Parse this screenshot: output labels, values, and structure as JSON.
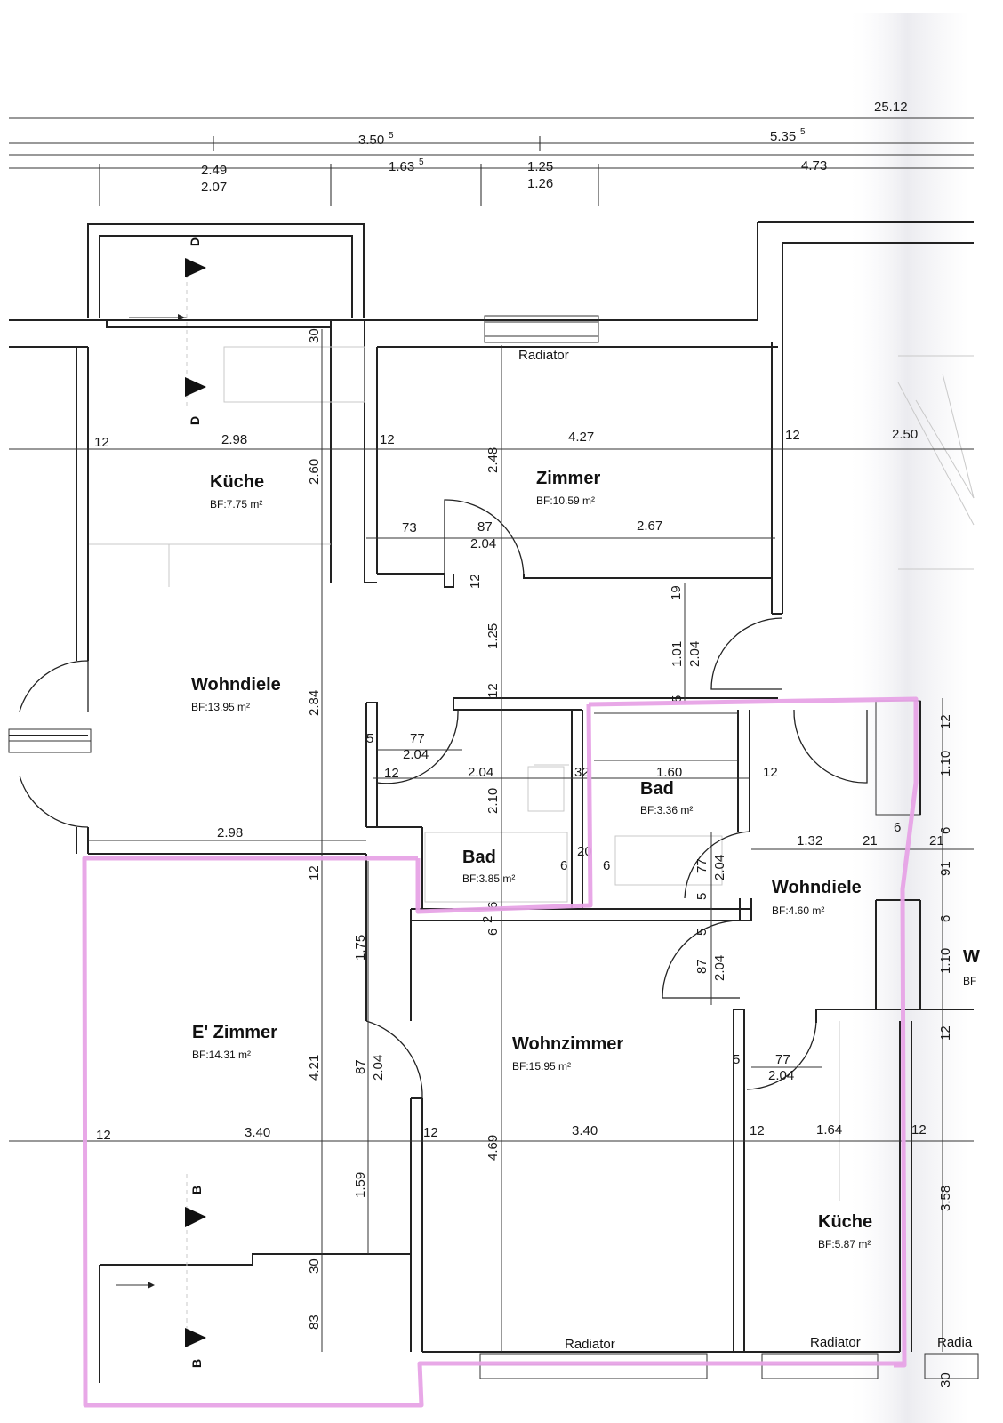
{
  "colors": {
    "highlight": "#e7a3e6",
    "ink": "#222222",
    "faint": "#c9c9c9"
  },
  "overall_dims": {
    "total": "25.12",
    "a1": "3.50",
    "a1_sup": "5",
    "a2": "5.35",
    "a2_sup": "5",
    "b1": "2.49",
    "b1_sub": "2.07",
    "b2": "1.63",
    "b2_sup": "5",
    "b3": "1.25",
    "b3_sub": "1.26",
    "b4": "4.73"
  },
  "rooms": {
    "kueche_top": {
      "name": "Küche",
      "area": "BF:7.75 m²"
    },
    "zimmer": {
      "name": "Zimmer",
      "area": "BF:10.59 m²"
    },
    "wohndiele_left": {
      "name": "Wohndiele",
      "area": "BF:13.95 m²"
    },
    "bad_left": {
      "name": "Bad",
      "area": "BF:3.85 m²"
    },
    "bad_right": {
      "name": "Bad",
      "area": "BF:3.36 m²"
    },
    "wohndiele_right": {
      "name": "Wohndiele",
      "area": "BF:4.60 m²"
    },
    "e_zimmer": {
      "name": "E' Zimmer",
      "area": "BF:14.31 m²"
    },
    "wohnzimmer": {
      "name": "Wohnzimmer",
      "area": "BF:15.95 m²"
    },
    "kueche_bottom": {
      "name": "Küche",
      "area": "BF:5.87 m²"
    }
  },
  "labels": {
    "radiator_top": "Radiator",
    "radiator_wz": "Radiator",
    "radiator_k": "Radiator",
    "radiator_edge": "Radia",
    "edge_w": "W",
    "edge_bf": "BF"
  },
  "sections": {
    "d": "D",
    "b": "B"
  },
  "dims": {
    "r1_12a": "12",
    "r1_298": "2.98",
    "r1_12b": "12",
    "r1_427": "4.27",
    "r1_12c": "12",
    "r1_250": "2.50",
    "r2_73": "73",
    "r2_87": "87",
    "r2_204": "2.04",
    "r2_267": "2.67",
    "v_30": "30",
    "v_260": "2.60",
    "v_248": "2.48",
    "v_12a": "12",
    "v_125": "1.25",
    "v_12b": "12",
    "v_19": "19",
    "v_101": "1.01",
    "v_204a": "2.04",
    "v_5a": "5",
    "v_284": "2.84",
    "b_5": "5",
    "b_77": "77",
    "b_204": "2.04",
    "b_12a": "12",
    "b_204b": "2.04",
    "b_210": "2.10",
    "b_32": "32",
    "b_160": "1.60",
    "b_12b": "12",
    "r_12": "12",
    "r_110": "1.10",
    "r_6a": "6",
    "r_91": "91",
    "r_6b": "6",
    "r_110b": "1.10",
    "c_298": "2.98",
    "c_12": "12",
    "c_6a": "6",
    "c_20": "20",
    "c_6b": "6",
    "c_2": "2",
    "c_6c": "6",
    "c_6d": "6",
    "w_132": "1.32",
    "w_21a": "21",
    "w_21b": "21",
    "w_6": "6",
    "w_77": "77",
    "w_204": "2.04",
    "w_5a": "5",
    "w_5b": "5",
    "w_87": "87",
    "w_204b": "2.04",
    "e_175": "1.75",
    "e_421": "4.21",
    "e_87": "87",
    "e_204": "2.04",
    "k_5": "5",
    "k_77": "77",
    "k_204": "2.04",
    "k_12": "12",
    "l_12a": "12",
    "l_340a": "3.40",
    "l_12b": "12",
    "l_469": "4.69",
    "l_340b": "3.40",
    "l_12c": "12",
    "l_164": "1.64",
    "l_12d": "12",
    "e_159": "1.59",
    "e_30": "30",
    "e_83": "83",
    "k_358": "3.58",
    "k_30": "30"
  }
}
